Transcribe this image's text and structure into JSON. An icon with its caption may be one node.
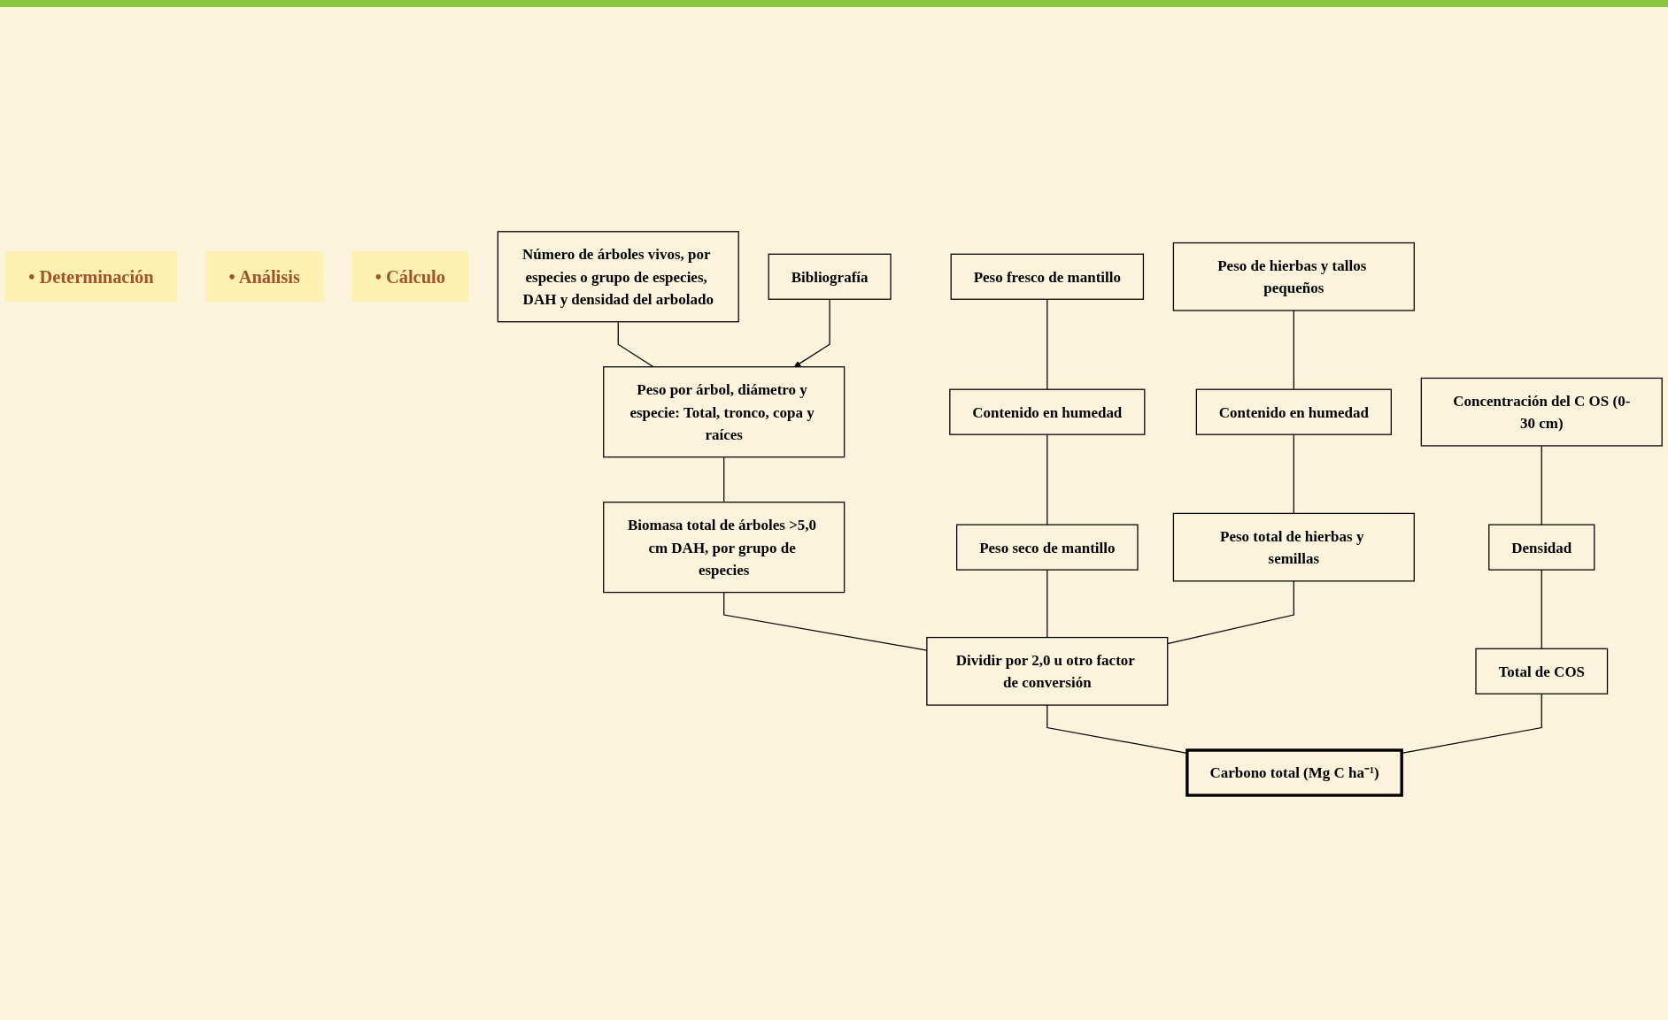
{
  "diagram": {
    "nodes": [
      {
        "text": [
          "• Determinación"
        ]
      },
      {
        "text": [
          "• Análisis"
        ]
      },
      {
        "text": [
          "• Cálculo"
        ]
      },
      {
        "text": [
          "Peso de hierbas y tallos pequeños"
        ]
      },
      {
        "text": [
          "Número de árboles vivos, por especies o grupo de especies, DAH y densidad del arbolado"
        ]
      },
      {
        "text": [
          "Concentración del C OS (0-30 cm)"
        ]
      },
      {
        "text": [
          "Peso fresco de mantillo"
        ]
      },
      {
        "text": [
          "Bibliografía"
        ]
      },
      {
        "text": [
          "Densidad"
        ]
      },
      {
        "text": [
          "Contenido en humedad"
        ]
      },
      {
        "text": [
          "Contenido en humedad"
        ]
      },
      {
        "text": [
          "Peso por árbol, diámetro y especie: Total, tronco, copa y raíces"
        ]
      },
      {
        "text": [
          "Total de COS"
        ]
      },
      {
        "text": [
          "Peso total de hierbas y semillas"
        ]
      },
      {
        "text": [
          "Biomasa total de árboles >5,0 cm DAH, por grupo de especies"
        ]
      },
      {
        "text": [
          "Peso seco de mantillo"
        ]
      },
      {
        "text": [
          "Dividir por 2,0 u otro factor de conversión"
        ]
      },
      {
        "text": [
          "Carbono total (Mg C ha⁻¹)"
        ]
      }
    ],
    "edges": [
      {
        "from": 3,
        "to": 10,
        "arrow": "none"
      },
      {
        "from": 10,
        "to": 13,
        "arrow": "none"
      },
      {
        "from": 4,
        "to": 11,
        "arrow": "none"
      },
      {
        "from": 7,
        "to": 11,
        "arrow": "to"
      },
      {
        "from": 11,
        "to": 14,
        "arrow": "none"
      },
      {
        "from": 5,
        "to": 8,
        "arrow": "none"
      },
      {
        "from": 8,
        "to": 12,
        "arrow": "none"
      },
      {
        "from": 6,
        "to": 9,
        "arrow": "none"
      },
      {
        "from": 9,
        "to": 15,
        "arrow": "none"
      },
      {
        "from": 14,
        "to": 16,
        "arrow": "none"
      },
      {
        "from": 15,
        "to": 16,
        "arrow": "none"
      },
      {
        "from": 13,
        "to": 16,
        "arrow": "none"
      },
      {
        "from": 16,
        "to": 17,
        "arrow": "none"
      },
      {
        "from": 12,
        "to": 17,
        "arrow": "none"
      }
    ]
  }
}
